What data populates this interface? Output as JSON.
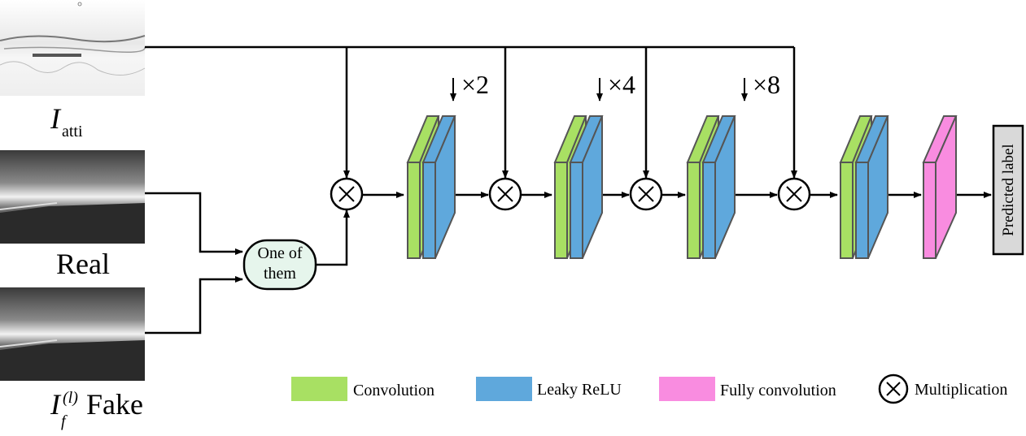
{
  "inputs": {
    "attention": {
      "symbol": "I",
      "subscript": "atti"
    },
    "real": {
      "label": "Real"
    },
    "fake": {
      "symbol": "I",
      "superscript": "(l)",
      "subscript": "f",
      "label": "Fake"
    }
  },
  "selector": {
    "line1": "One of",
    "line2": "them"
  },
  "downsample": [
    "×2",
    "×4",
    "×8"
  ],
  "output": {
    "label": "Predicted label"
  },
  "legend": {
    "convolution": "Convolution",
    "leaky_relu": "Leaky ReLU",
    "fully_convolution": "Fully convolution",
    "multiplication": "Multiplication"
  },
  "colors": {
    "convolution": "#a8e063",
    "leaky_relu": "#5fa8dc",
    "fully_convolution": "#f98ce0",
    "selector_fill": "#e6f5ec",
    "output_fill": "#d9d9d9"
  }
}
